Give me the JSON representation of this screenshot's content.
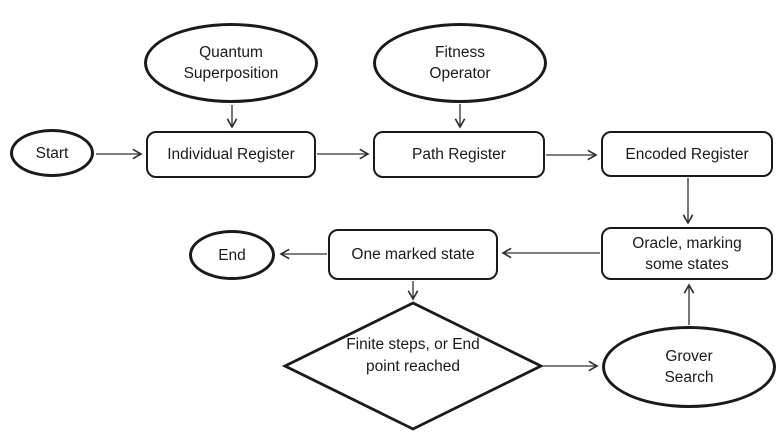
{
  "diagram": {
    "type": "flowchart",
    "colors": {
      "background": "#ffffff",
      "shape_border": "#1a1a1a",
      "arrow": "#303030",
      "text": "#1a1a1a"
    },
    "nodes": {
      "start": {
        "shape": "ellipse",
        "lines": [
          "Start"
        ]
      },
      "quantum_superposition": {
        "shape": "ellipse",
        "lines": [
          "Quantum",
          "Superposition"
        ]
      },
      "fitness_operator": {
        "shape": "ellipse",
        "lines": [
          "Fitness",
          "Operator"
        ]
      },
      "individual_register": {
        "shape": "process",
        "lines": [
          "Individual Register"
        ]
      },
      "path_register": {
        "shape": "process",
        "lines": [
          "Path Register"
        ]
      },
      "encoded_register": {
        "shape": "process",
        "lines": [
          "Encoded Register"
        ]
      },
      "oracle": {
        "shape": "process",
        "lines": [
          "Oracle, marking",
          "some states"
        ]
      },
      "one_marked_state": {
        "shape": "process",
        "lines": [
          "One marked state"
        ]
      },
      "end": {
        "shape": "ellipse",
        "lines": [
          "End"
        ]
      },
      "decision": {
        "shape": "diamond",
        "lines": [
          "Finite steps, or",
          "End point",
          "reached"
        ]
      },
      "grover_search": {
        "shape": "ellipse",
        "lines": [
          "Grover",
          "Search"
        ]
      }
    },
    "edges": [
      {
        "from": "start",
        "to": "individual_register"
      },
      {
        "from": "quantum_superposition",
        "to": "individual_register"
      },
      {
        "from": "individual_register",
        "to": "path_register"
      },
      {
        "from": "fitness_operator",
        "to": "path_register"
      },
      {
        "from": "path_register",
        "to": "encoded_register"
      },
      {
        "from": "encoded_register",
        "to": "oracle"
      },
      {
        "from": "oracle",
        "to": "one_marked_state"
      },
      {
        "from": "one_marked_state",
        "to": "end"
      },
      {
        "from": "one_marked_state",
        "to": "decision"
      },
      {
        "from": "decision",
        "to": "grover_search"
      },
      {
        "from": "grover_search",
        "to": "oracle"
      }
    ]
  }
}
